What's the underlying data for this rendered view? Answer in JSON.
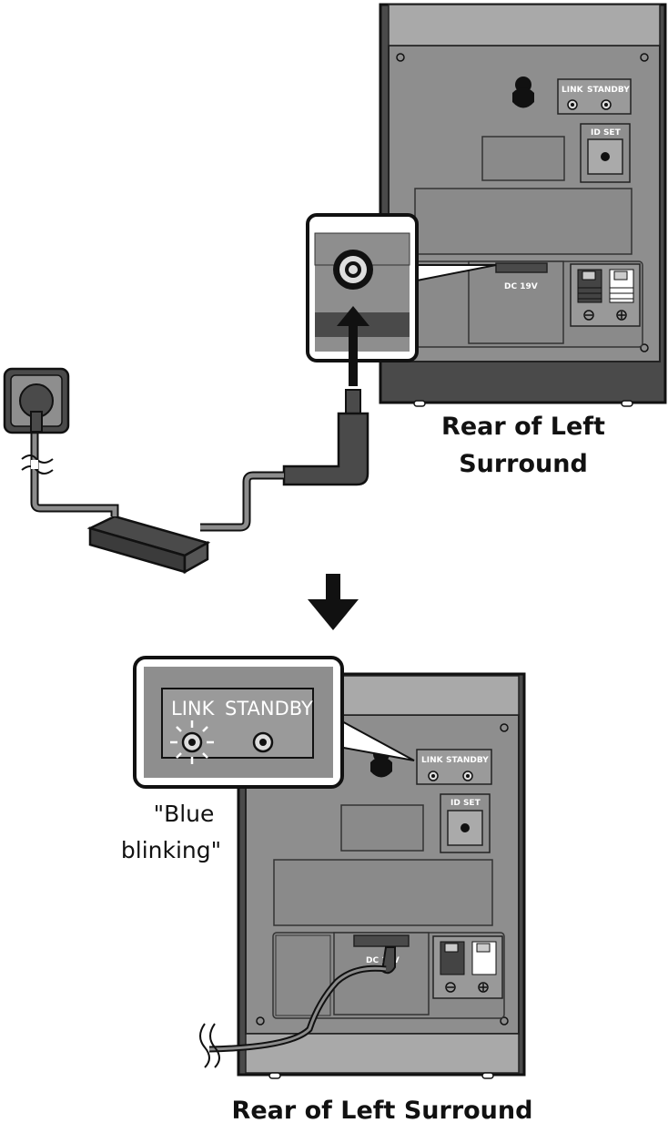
{
  "top_panel": {
    "link_label": "LINK",
    "standby_label": "STANDBY",
    "id_set_label": "ID SET",
    "dc_label": "DC 19V"
  },
  "top_caption": {
    "line1": "Rear of Left",
    "line2": "Surround"
  },
  "zoom_callout": {
    "link_label": "LINK",
    "standby_label": "STANDBY"
  },
  "blink_note": {
    "line1": "\"Blue",
    "line2": "blinking\""
  },
  "bottom_panel": {
    "link_label": "LINK",
    "standby_label": "STANDBY",
    "id_set_label": "ID SET",
    "dc_label": "DC 19V"
  },
  "bottom_caption": "Rear of Left Surround",
  "colors": {
    "panel_dark": "#4a4a4a",
    "panel_mid": "#8e8e8e",
    "panel_light": "#a9a9a9",
    "cable": "#8c8c8c",
    "led_highlight": "#ffffff"
  }
}
